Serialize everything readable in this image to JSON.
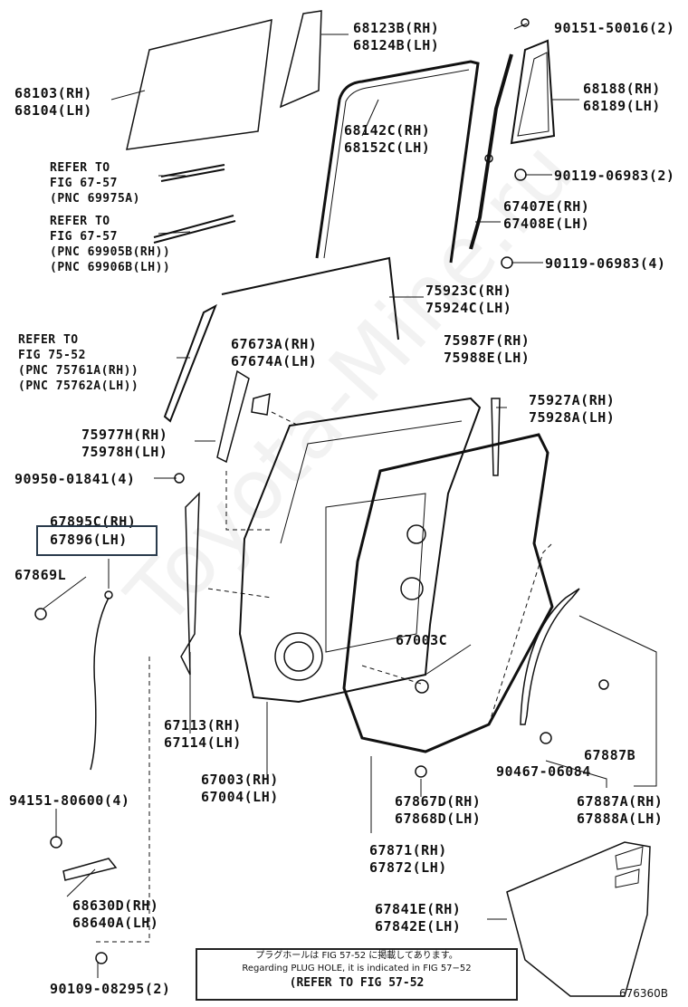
{
  "labels": {
    "p68103": "68103(RH)\n68104(LH)",
    "p68123": "68123B(RH)\n68124B(LH)",
    "p90151": "90151-50016(2)",
    "p68188": "68188(RH)\n68189(LH)",
    "p68142": "68142C(RH)\n68152C(LH)",
    "p90119a": "90119-06983(2)",
    "p67407": "67407E(RH)\n67408E(LH)",
    "p90119b": "90119-06983(4)",
    "ref1": "REFER TO\nFIG 67-57\n(PNC 69975A)",
    "ref2": "REFER TO\nFIG 67-57\n(PNC 69905B(RH))\n(PNC 69906B(LH))",
    "p75923": "75923C(RH)\n75924C(LH)",
    "ref3": "REFER TO\nFIG 75-52\n(PNC 75761A(RH))\n(PNC 75762A(LH))",
    "p67673": "67673A(RH)\n67674A(LH)",
    "p75987": "75987F(RH)\n75988E(LH)",
    "p75927": "75927A(RH)\n75928A(LH)",
    "p75977": "75977H(RH)\n75978H(LH)",
    "p90950": "90950-01841(4)",
    "p67895": "67895C(RH)",
    "p67896": "67896(LH)",
    "p67869": "67869L",
    "p67003c": "67003C",
    "p67113": "67113(RH)\n67114(LH)",
    "p67003": "67003(RH)\n67004(LH)",
    "p67887b": "67887B",
    "p90467": "90467-06084",
    "p94151": "94151-80600(4)",
    "p67867": "67867D(RH)\n67868D(LH)",
    "p67887a": "67887A(RH)\n67888A(LH)",
    "p67871": "67871(RH)\n67872(LH)",
    "p68630": "68630D(RH)\n68640A(LH)",
    "p67841": "67841E(RH)\n67842E(LH)",
    "p90109": "90109-08295(2)"
  },
  "note": {
    "jp": "プラグホールは FIG 57-52 に掲載してあります。",
    "en": "Regarding PLUG HOLE, it is indicated in FIG 57−52",
    "ref": "(REFER TO FIG 57-52"
  },
  "figure_id": "676360B",
  "watermark": "Toyota-Mine.ru"
}
